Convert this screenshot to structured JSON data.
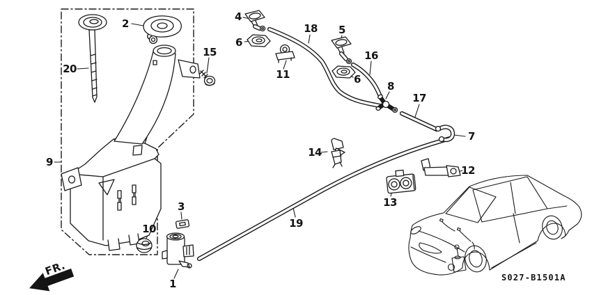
{
  "diagram_code": "S027-B1501A",
  "direction_indicator": "FR.",
  "callouts": {
    "c1": "1",
    "c2": "2",
    "c3": "3",
    "c4": "4",
    "c5": "5",
    "c6a": "6",
    "c6b": "6",
    "c7": "7",
    "c8": "8",
    "c9": "9",
    "c10": "10",
    "c11": "11",
    "c12": "12",
    "c13": "13",
    "c14": "14",
    "c15": "15",
    "c16": "16",
    "c17": "17",
    "c18": "18",
    "c19": "19",
    "c20": "20"
  },
  "colors": {
    "line_color": "#1a1a1a",
    "background": "#ffffff"
  }
}
